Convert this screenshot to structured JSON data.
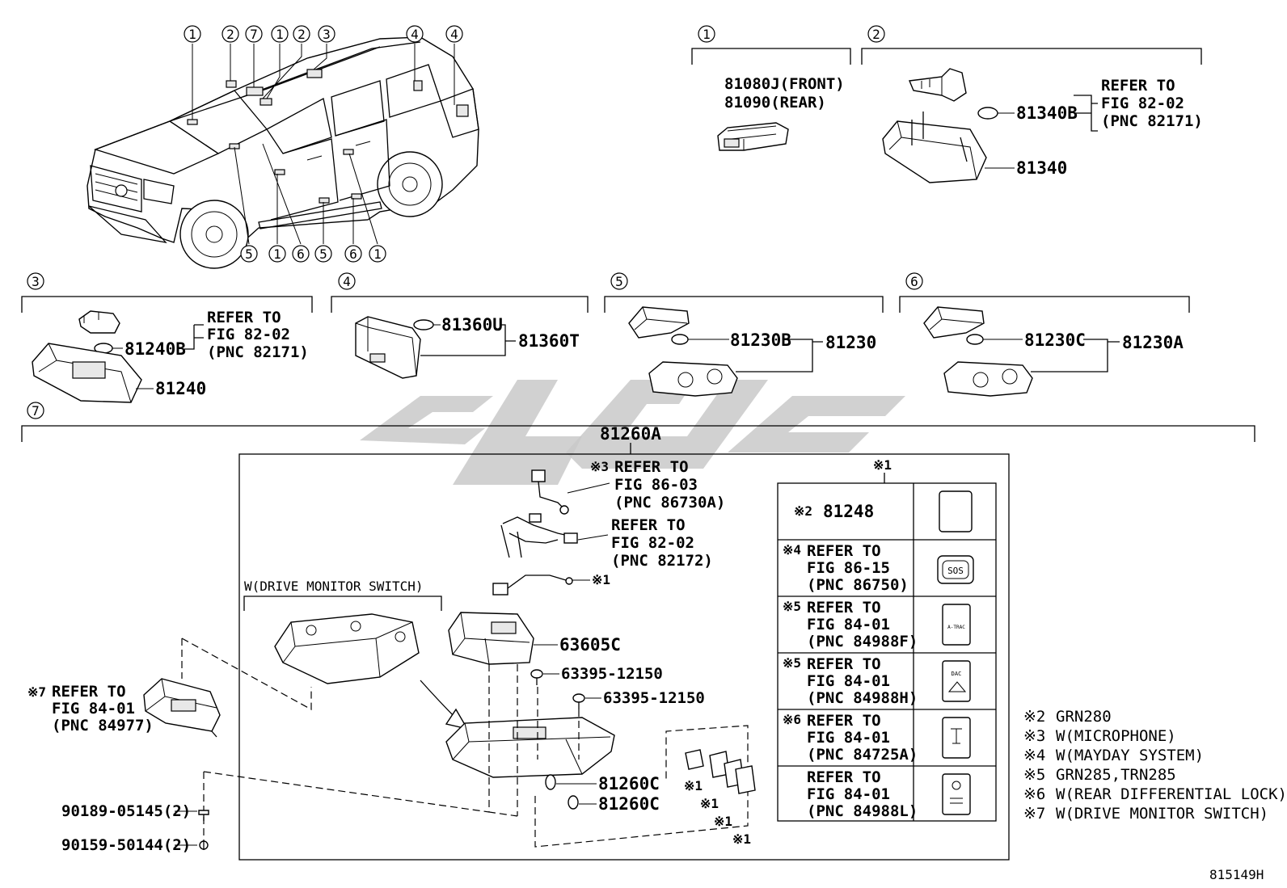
{
  "diagram_id": "815149H",
  "views": {
    "1": {
      "parts": [
        "81080J(FRONT)",
        "81090(REAR)"
      ]
    },
    "2": {
      "refer": [
        "REFER TO",
        "FIG 82-02",
        "(PNC 82171)"
      ],
      "parts": [
        "81340B",
        "81340"
      ]
    },
    "3": {
      "refer": [
        "REFER TO",
        "FIG 82-02",
        "(PNC 82171)"
      ],
      "parts": [
        "81240B",
        "81240"
      ]
    },
    "4": {
      "parts": [
        "81360U",
        "81360T"
      ]
    },
    "5": {
      "parts": [
        "81230B",
        "81230"
      ]
    },
    "6": {
      "parts": [
        "81230C",
        "81230A"
      ]
    },
    "7": {
      "assembly": "81260A",
      "drive_monitor_label": "W(DRIVE MONITOR SWITCH)",
      "refer_86_03": [
        "REFER TO",
        "FIG 86-03",
        "(PNC 86730A)"
      ],
      "refer_82_02": [
        "REFER TO",
        "FIG 82-02",
        "(PNC 82172)"
      ],
      "refer_84_01": [
        "REFER TO",
        "FIG 84-01",
        "(PNC 84977)"
      ],
      "parts": [
        "63605C",
        "63395-12150",
        "63395-12150",
        "81260C",
        "81260C",
        "90189-05145(2)",
        "90159-50144(2)"
      ]
    }
  },
  "switch_table": {
    "header_mark": "※1",
    "rows": [
      {
        "mark": "※2",
        "lines": [
          "81248"
        ],
        "icon": "blank-switch-icon",
        "icon_text": ""
      },
      {
        "mark": "※4",
        "lines": [
          "REFER TO",
          "FIG 86-15",
          "(PNC 86750)"
        ],
        "icon": "sos-switch-icon",
        "icon_text": "SOS"
      },
      {
        "mark": "※5",
        "lines": [
          "REFER TO",
          "FIG 84-01",
          "(PNC 84988F)"
        ],
        "icon": "atrac-switch-icon",
        "icon_text": "A-TRAC"
      },
      {
        "mark": "※5",
        "lines": [
          "REFER TO",
          "FIG 84-01",
          "(PNC 84988H)"
        ],
        "icon": "dac-switch-icon",
        "icon_text": "DAC"
      },
      {
        "mark": "※6",
        "lines": [
          "REFER TO",
          "FIG 84-01",
          "(PNC 84725A)"
        ],
        "icon": "diff-lock-switch-icon",
        "icon_text": ""
      },
      {
        "mark": "",
        "lines": [
          "REFER TO",
          "FIG 84-01",
          "(PNC 84988L)"
        ],
        "icon": "crawl-switch-icon",
        "icon_text": ""
      }
    ]
  },
  "legend": [
    {
      "mark": "※2",
      "text": "GRN280"
    },
    {
      "mark": "※3",
      "text": "W(MICROPHONE)"
    },
    {
      "mark": "※4",
      "text": "W(MAYDAY SYSTEM)"
    },
    {
      "mark": "※5",
      "text": "GRN285,TRN285"
    },
    {
      "mark": "※6",
      "text": "W(REAR DIFFERENTIAL LOCK)"
    },
    {
      "mark": "※7",
      "text": "W(DRIVE MONITOR SWITCH)"
    }
  ],
  "marks": {
    "m1": "※1",
    "m3": "※3",
    "m7": "※7"
  },
  "car_callouts_top": [
    "1",
    "2",
    "7",
    "1",
    "2",
    "3",
    "4",
    "4"
  ],
  "car_callouts_bottom": [
    "5",
    "1",
    "6",
    "5",
    "6",
    "1"
  ]
}
